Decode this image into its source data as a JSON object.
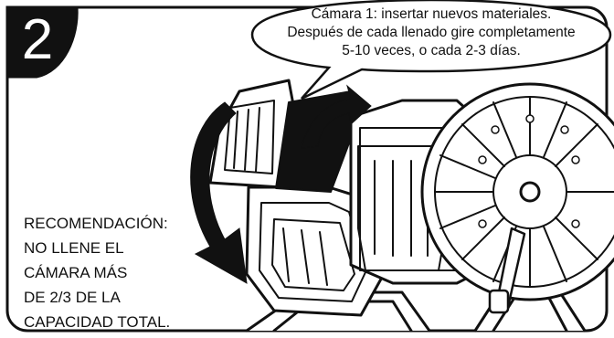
{
  "step": {
    "number": "2"
  },
  "speech_bubble": {
    "lines": [
      "Cámara 1: insertar nuevos materiales.",
      "Después de cada llenado gire completamente",
      "5-10 veces, o cada 2-3 días."
    ]
  },
  "recommendation": {
    "lines": [
      "RECOMENDACIÓN:",
      "NO LLENE EL",
      "CÁMARA MÁS",
      "DE 2/3 DE LA",
      "CAPACIDAD TOTAL."
    ]
  },
  "colors": {
    "ink": "#111111",
    "background": "#ffffff",
    "badge": "#111111"
  }
}
